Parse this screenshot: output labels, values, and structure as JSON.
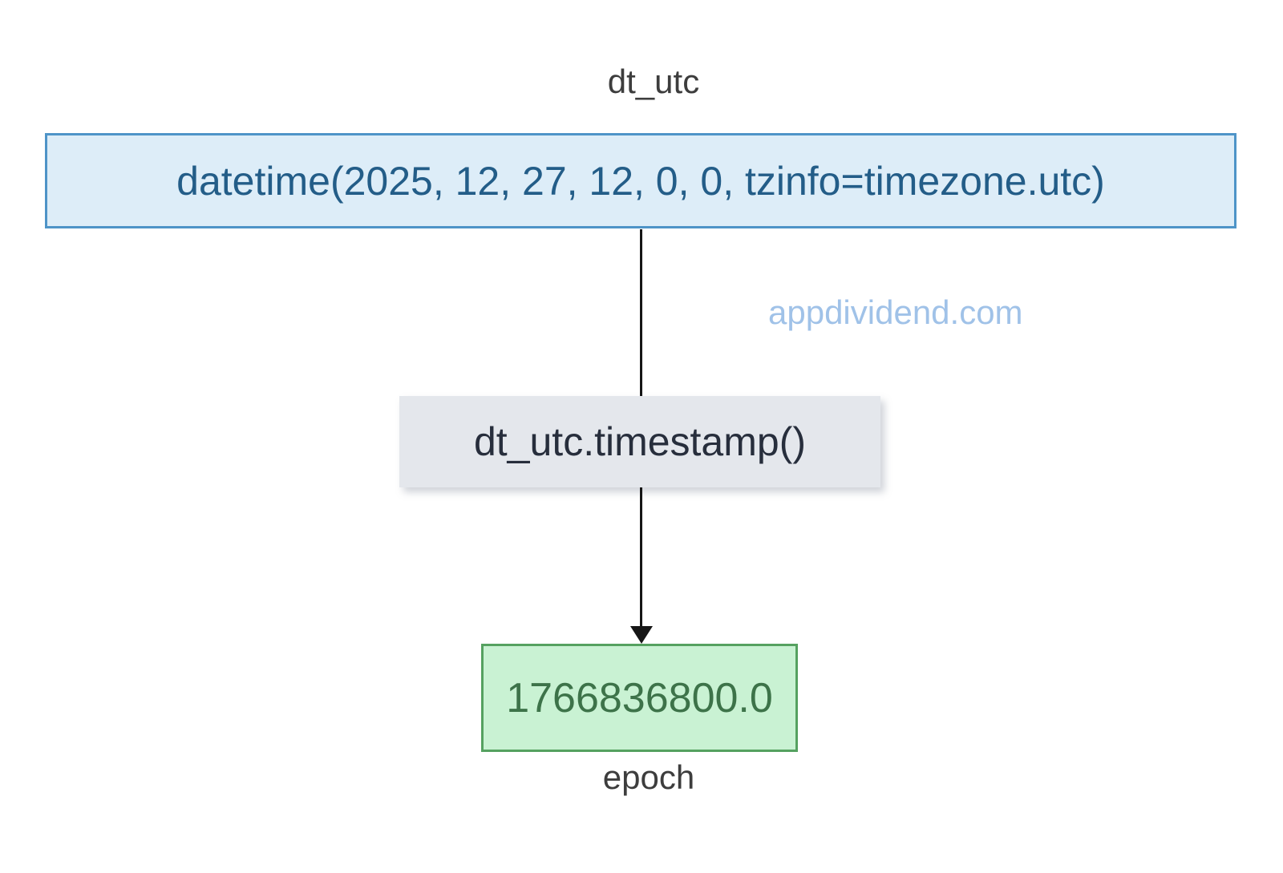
{
  "diagram": {
    "input_label": "dt_utc",
    "output_label": "epoch",
    "nodes": {
      "datetime_call": {
        "text": "datetime(2025, 12, 27, 12, 0, 0, tzinfo=timezone.utc)"
      },
      "timestamp_method": {
        "text": "dt_utc.timestamp()"
      },
      "epoch_value": {
        "text": "1766836800.0"
      }
    },
    "edges": [
      {
        "from": "datetime_call",
        "to": "timestamp_method",
        "arrowhead": false
      },
      {
        "from": "timestamp_method",
        "to": "epoch_value",
        "arrowhead": true
      }
    ],
    "watermark": "appdividend.com"
  },
  "colors": {
    "canvas_bg": "#ffffff",
    "datetime_fill": "#ddedf8",
    "datetime_border": "#4e94c8",
    "datetime_text": "#235d88",
    "method_fill": "#e4e7ec",
    "method_text": "#272e3c",
    "result_fill": "#c9f2d3",
    "result_border": "#55a160",
    "result_text": "#3d7349",
    "label_text": "#3d3d3d",
    "watermark_text": "#a0c2e8",
    "arrow_color": "#161616"
  }
}
